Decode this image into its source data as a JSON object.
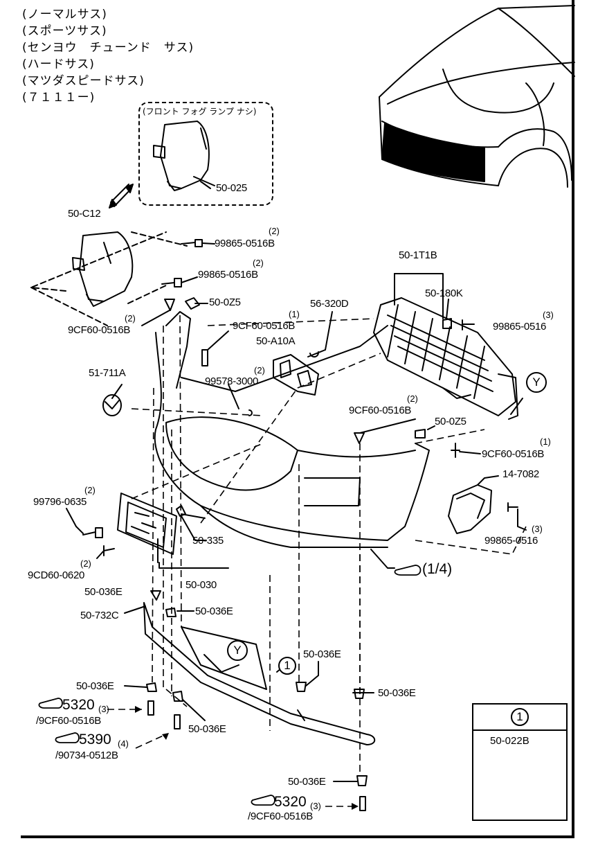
{
  "conditions": [
    "(ノーマルサス)",
    "(スポーツサス)",
    "(センヨウ　チューンド　サス)",
    "(ハードサス)",
    "(マツダスピードサス)",
    "(７１１１ー)"
  ],
  "note": "(フロント フォグ ランプ ナシ)",
  "labels": {
    "p50_025": "50-025",
    "p50_C12": "50-C12",
    "p99865_0516B_a": "99865-0516B",
    "q_a": "(2)",
    "p99865_0516B_b": "99865-0516B",
    "q_b": "(2)",
    "p9CF60_0516B_a": "9CF60-0516B",
    "q_c": "(2)",
    "p50_0Z5_a": "50-0Z5",
    "p9CF60_0516B_b": "9CF60-0516B",
    "q_d": "(1)",
    "p50_A10A": "50-A10A",
    "p56_320D": "56-320D",
    "p50_1T1B": "50-1T1B",
    "p50_180K": "50-180K",
    "p99865_0516_a": "99865-0516",
    "q_e": "(3)",
    "p51_711A": "51-711A",
    "p99578_3000": "99578-3000",
    "q_f": "(2)",
    "p9CF60_0516B_c": "9CF60-0516B",
    "q_g": "(2)",
    "p50_0Z5_b": "50-0Z5",
    "p9CF60_0516B_d": "9CF60-0516B",
    "q_h": "(1)",
    "p14_7082": "14-7082",
    "p99796_0635": "99796-0635",
    "q_i": "(2)",
    "p99865_0516_b": "99865-0516",
    "q_j": "(3)",
    "p50_335": "50-335",
    "p9CD60_0620": "9CD60-0620",
    "q_k": "(2)",
    "p50_030": "50-030",
    "ref_1_4": "(1/4)",
    "p50_036E_a": "50-036E",
    "p50_732C": "50-732C",
    "p50_036E_b": "50-036E",
    "p50_036E_c": "50-036E",
    "p50_036E_d": "50-036E",
    "p50_036E_e": "50-036E",
    "ref_5320_a": "5320",
    "q_l": "(3)",
    "p9CF60_0516B_e": "/9CF60-0516B",
    "ref_5390": "5390",
    "q_m": "(4)",
    "p90734_0512B": "/90734-0512B",
    "p50_036E_f": "50-036E",
    "p50_036E_g": "50-036E",
    "ref_5320_b": "5320",
    "q_n": "(3)",
    "p9CF60_0516B_f": "/9CF60-0516B",
    "Y_a": "Y",
    "Y_b": "Y",
    "one": "1"
  },
  "legend": {
    "mark": "1",
    "code": "50-022B"
  }
}
